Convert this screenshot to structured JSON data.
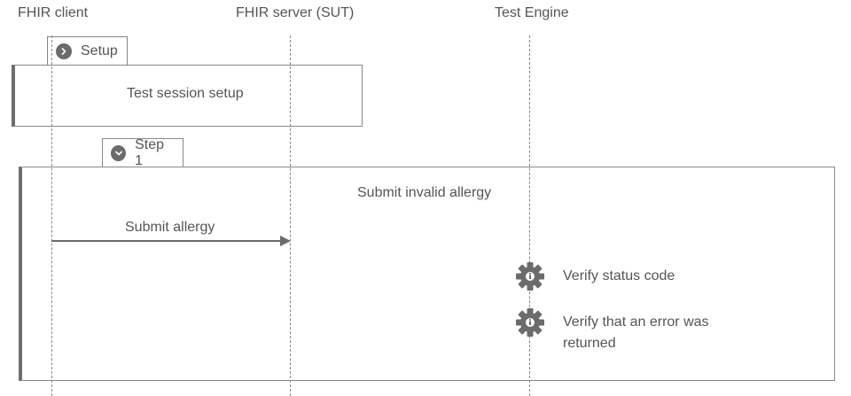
{
  "actors": {
    "client": "FHIR client",
    "server": "FHIR server (SUT)",
    "engine": "Test Engine"
  },
  "setup": {
    "tab_label": "Setup",
    "title": "Test session setup"
  },
  "step1": {
    "tab_label": "Step 1",
    "title": "Submit invalid allergy",
    "message": "Submit allergy",
    "verify_status": "Verify status code",
    "verify_error": "Verify that an error was returned"
  },
  "icons": {
    "setup_tab": "chevron-right-icon",
    "step_tab": "chevron-down-icon",
    "verify": "gear-info-icon"
  },
  "colors": {
    "text": "#555555",
    "line": "#888888",
    "icon": "#6b6b6b"
  }
}
